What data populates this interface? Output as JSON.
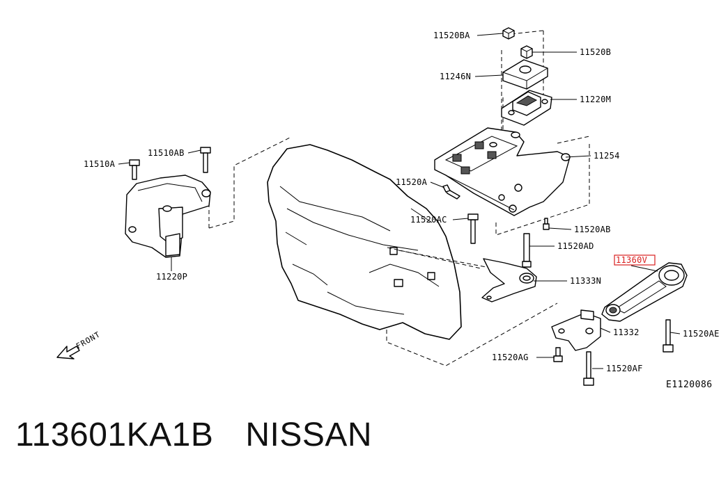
{
  "labels": {
    "p11520BA": "11520BA",
    "p11520B": "11520B",
    "p11246N": "11246N",
    "p11220M": "11220M",
    "p11254": "11254",
    "p11520A": "11520A",
    "p11520AC": "11520AC",
    "p11520AB": "11520AB",
    "p11520AD": "11520AD",
    "p11360V": "11360V",
    "p11333N": "11333N",
    "p11332": "11332",
    "p11520AE": "11520AE",
    "p11520AG": "11520AG",
    "p11520AF": "11520AF",
    "p11510A": "11510A",
    "p11510AB": "11510AB",
    "p11220P": "11220P"
  },
  "front_label": "FRONT",
  "diagram_code": "E1120086",
  "caption": {
    "part_number": "113601KA1B",
    "brand": "NISSAN"
  },
  "highlight_color": "#d81e1e"
}
